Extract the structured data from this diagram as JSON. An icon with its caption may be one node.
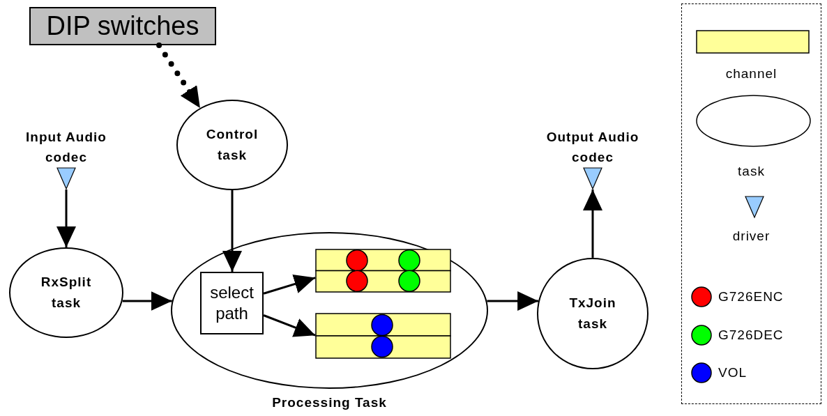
{
  "diagram": {
    "nodes": [
      {
        "text": [
          "DIP switches"
        ]
      },
      {
        "text": [
          "Control task"
        ]
      },
      {
        "text": [
          "Input Audio codec"
        ]
      },
      {
        "text": [
          "RxSplit task"
        ]
      },
      {
        "text": [
          "Processing Task"
        ]
      },
      {
        "text": [
          "select path"
        ],
        "in": 4
      },
      {
        "text": [],
        "shape": "bar",
        "in": 4
      },
      {
        "text": [],
        "shape": "bar",
        "in": 4
      },
      {
        "text": [
          "TxJoin task"
        ]
      },
      {
        "text": [
          "Output Audio codec"
        ]
      }
    ],
    "edges": [
      {
        "from": 0,
        "to": 1,
        "arrow": "to",
        "style": "dashed"
      },
      {
        "from": 2,
        "to": 3,
        "arrow": "to"
      },
      {
        "from": 1,
        "to": 5,
        "arrow": "to"
      },
      {
        "from": 3,
        "to": 4,
        "arrow": "to"
      },
      {
        "from": 5,
        "to": 6,
        "arrow": "to"
      },
      {
        "from": 5,
        "to": 7,
        "arrow": "to"
      },
      {
        "from": 4,
        "to": 8,
        "arrow": "to"
      },
      {
        "from": 8,
        "to": 9,
        "arrow": "to"
      }
    ],
    "legend": [
      {
        "text": "channel",
        "color": "#ffff99"
      },
      {
        "text": "task"
      },
      {
        "text": "driver"
      },
      {
        "text": "G726ENC",
        "color": "#ff0000"
      },
      {
        "text": "G726DEC",
        "color": "#00ff00"
      },
      {
        "text": "VOL",
        "color": "#0000ff"
      }
    ]
  }
}
